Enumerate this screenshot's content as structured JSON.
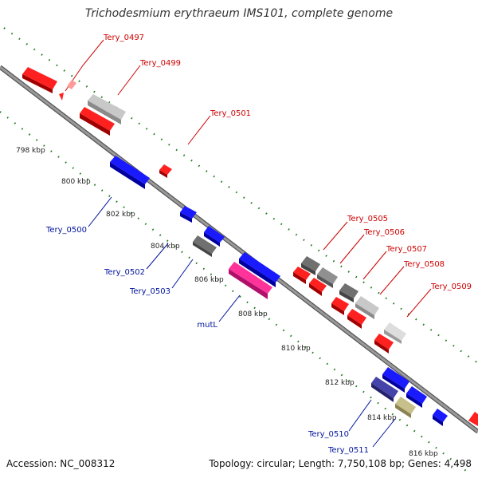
{
  "title": "Trichodesmium erythraeum IMS101, complete genome",
  "footer": {
    "accession": "Accession: NC_008312",
    "summary": "Topology: circular; Length: 7,750,108 bp; Genes: 4,498"
  },
  "colors": {
    "forward_label": "#cc0000",
    "reverse_label": "#00139c",
    "backbone": "#8c8c8c",
    "dots": "#1a7a1a"
  },
  "kbp_ticks": [
    "798 kbp",
    "800 kbp",
    "802 kbp",
    "804 kbp",
    "806 kbp",
    "808 kbp",
    "810 kbp",
    "812 kbp",
    "814 kbp",
    "816 kbp"
  ],
  "forward_labels": [
    "Tery_0497",
    "Tery_0499",
    "Tery_0501",
    "Tery_0505",
    "Tery_0506",
    "Tery_0507",
    "Tery_0508",
    "Tery_0509"
  ],
  "reverse_labels": [
    "Tery_0500",
    "Tery_0502",
    "Tery_0503",
    "mutL",
    "Tery_0510",
    "Tery_0511"
  ]
}
